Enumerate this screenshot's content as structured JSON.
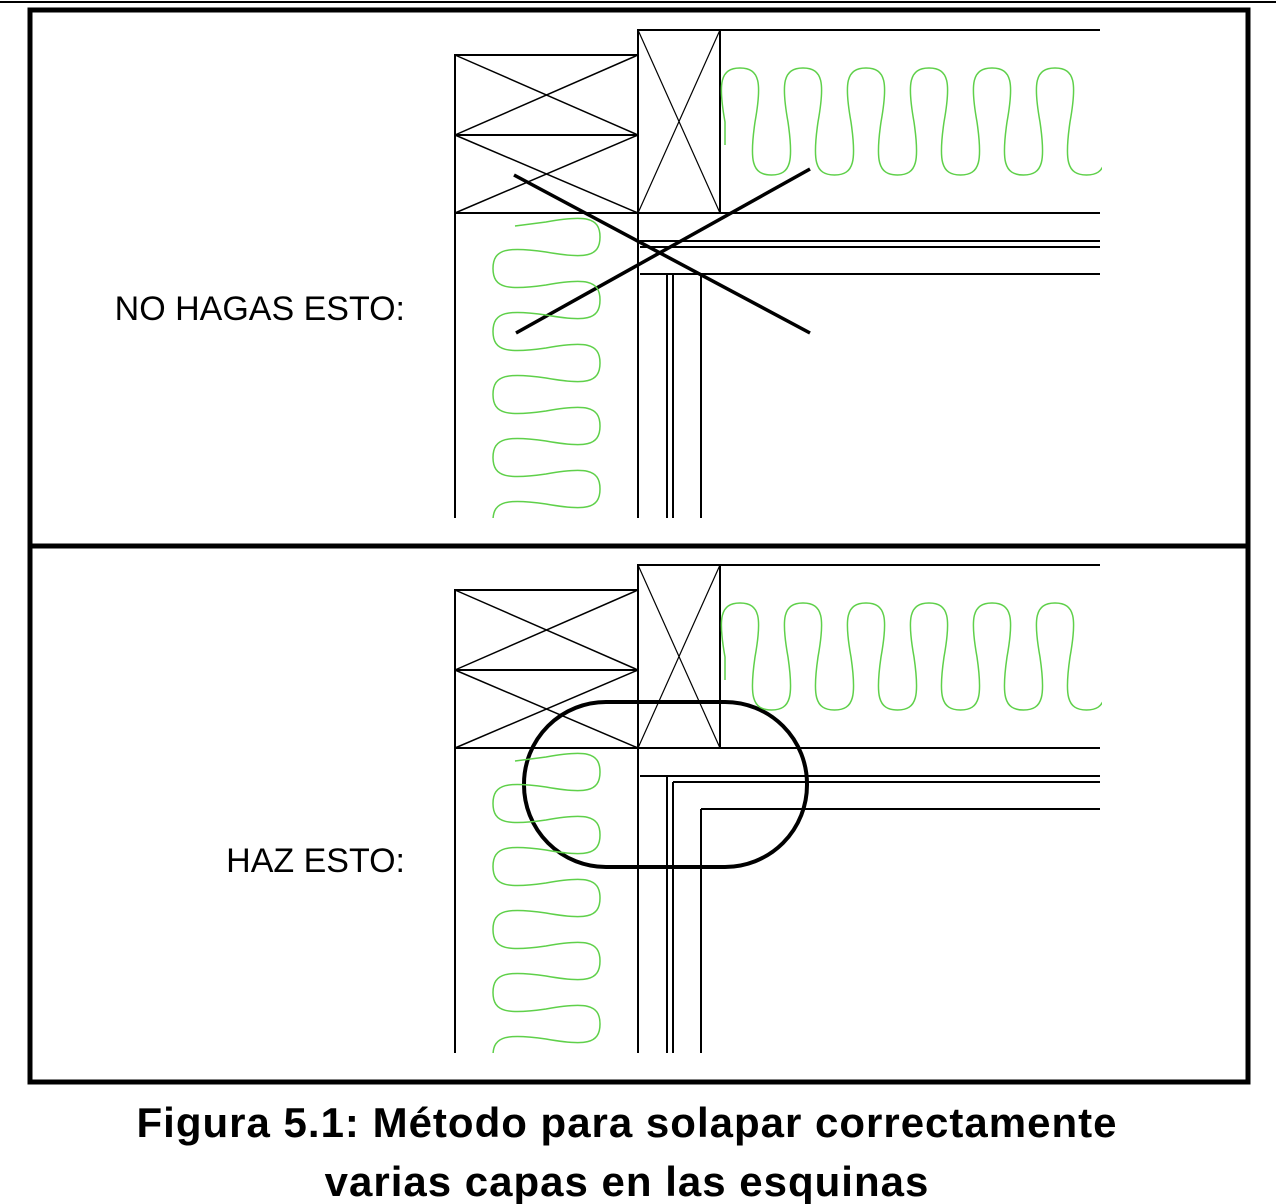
{
  "panels": [
    {
      "label": "NO HAGAS ESTO:",
      "variant": "incorrect"
    },
    {
      "label": "HAZ ESTO:",
      "variant": "correct"
    }
  ],
  "caption": {
    "line1": "Figura 5.1: Método para solapar correctamente",
    "line2": "varias capas en las esquinas"
  },
  "colors": {
    "insulation": "#5fd04a",
    "lines": "#000000"
  }
}
